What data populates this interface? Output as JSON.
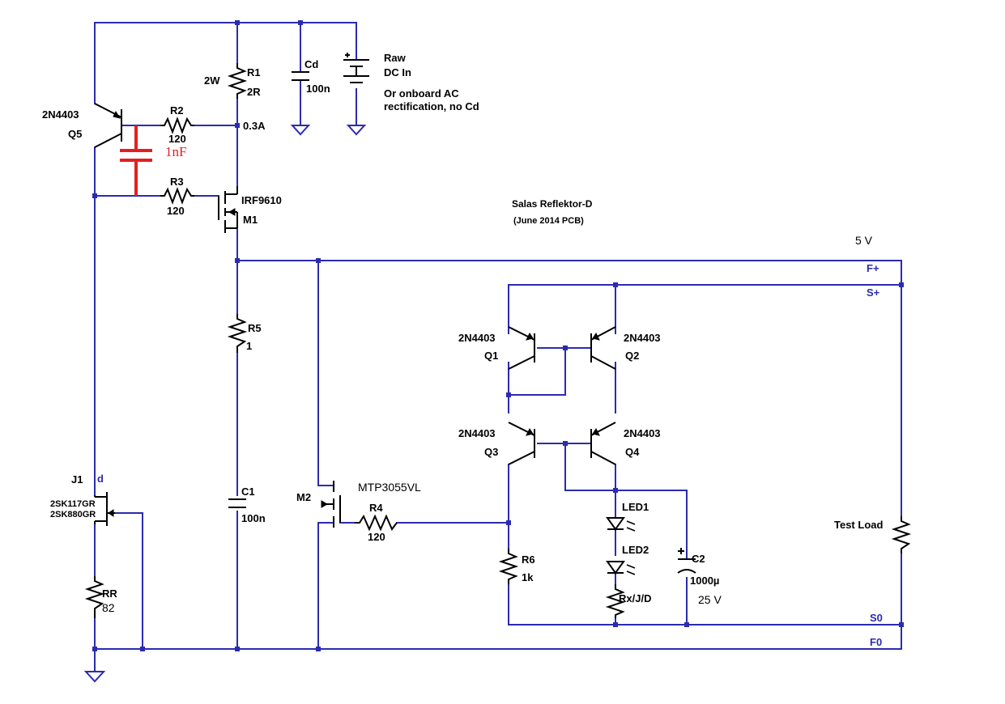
{
  "diagram": {
    "title": "Salas Reflektor-D",
    "subtitle": "(June 2014 PCB)",
    "supply": {
      "raw_dc_line1": "Raw",
      "raw_dc_line2": "DC In",
      "note_line1": "Or onboard AC",
      "note_line2": "rectification, no Cd"
    },
    "output_voltage": "5 V",
    "terminals": {
      "f_plus": "F+",
      "s_plus": "S+",
      "s_zero": "S0",
      "f_zero": "F0"
    },
    "test_load": "Test Load",
    "current_note": "0.3A",
    "added_cap": "1nF",
    "components": {
      "r1": {
        "ref": "R1",
        "value": "2R",
        "power": "2W"
      },
      "r2": {
        "ref": "R2",
        "value": "120"
      },
      "r3": {
        "ref": "R3",
        "value": "120"
      },
      "r4": {
        "ref": "R4",
        "value": "120"
      },
      "r5": {
        "ref": "R5",
        "value": "1"
      },
      "r6": {
        "ref": "R6",
        "value": "1k"
      },
      "rr": {
        "ref": "RR",
        "value": "82"
      },
      "rx": {
        "ref": "Rx/J/D"
      },
      "cd": {
        "ref": "Cd",
        "value": "100n"
      },
      "c1": {
        "ref": "C1",
        "value": "100n"
      },
      "c2": {
        "ref": "C2",
        "value": "1000µ",
        "rating": "25 V"
      },
      "q5": {
        "ref": "Q5",
        "part": "2N4403"
      },
      "q1": {
        "ref": "Q1",
        "part": "2N4403"
      },
      "q2": {
        "ref": "Q2",
        "part": "2N4403"
      },
      "q3": {
        "ref": "Q3",
        "part": "2N4403"
      },
      "q4": {
        "ref": "Q4",
        "part": "2N4403"
      },
      "m1": {
        "ref": "M1",
        "part": "IRF9610"
      },
      "m2": {
        "ref": "M2",
        "part": "MTP3055VL"
      },
      "j1": {
        "ref": "J1",
        "part1": "2SK117GR",
        "part2": "2SK880GR",
        "pin": "d"
      },
      "led1": {
        "ref": "LED1"
      },
      "led2": {
        "ref": "LED2"
      }
    }
  }
}
